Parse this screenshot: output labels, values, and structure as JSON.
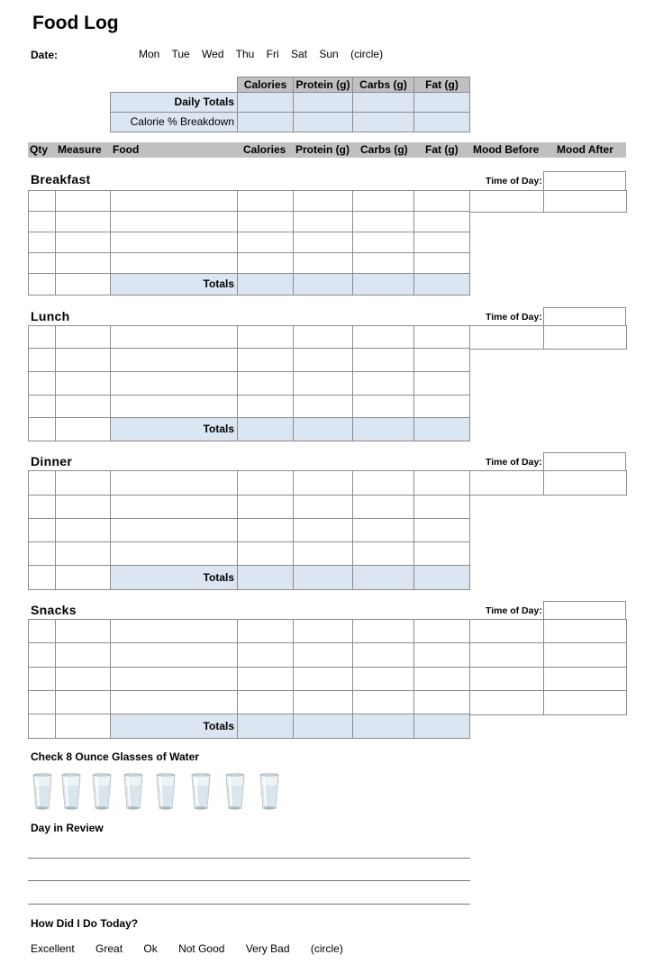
{
  "title": "Food Log",
  "date_label": "Date:",
  "days": [
    "Mon",
    "Tue",
    "Wed",
    "Thu",
    "Fri",
    "Sat",
    "Sun"
  ],
  "days_note": "(circle)",
  "summary": {
    "headers": [
      "Calories",
      "Protein (g)",
      "Carbs (g)",
      "Fat (g)"
    ],
    "rows": [
      "Daily Totals",
      "Calorie % Breakdown"
    ]
  },
  "columns": [
    "Qty",
    "Measure",
    "Food",
    "Calories",
    "Protein (g)",
    "Carbs (g)",
    "Fat (g)",
    "Mood Before",
    "Mood After"
  ],
  "time_of_day_label": "Time of Day:",
  "totals_label": "Totals",
  "sections": [
    "Breakfast",
    "Lunch",
    "Dinner",
    "Snacks"
  ],
  "water_label": "Check 8 Ounce Glasses of Water",
  "water_glasses": 8,
  "review_label": "Day in Review",
  "how_label": "How Did I Do Today?",
  "ratings": [
    "Excellent",
    "Great",
    "Ok",
    "Not Good",
    "Very Bad"
  ],
  "ratings_note": "(circle)"
}
